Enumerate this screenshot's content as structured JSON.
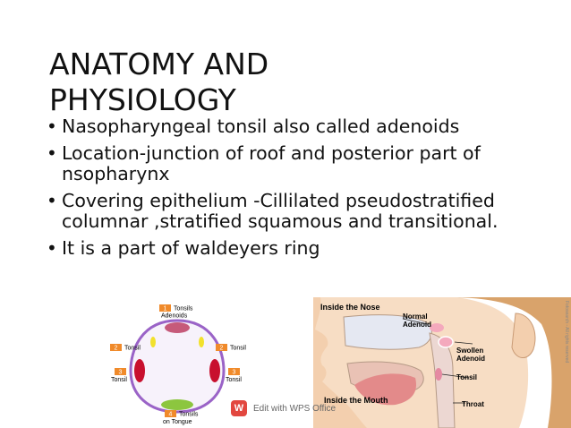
{
  "slide": {
    "title": "ANATOMY AND PHYSIOLOGY",
    "bullets": [
      "Nasopharyngeal tonsil also called adenoids",
      "Location-junction of roof and posterior part of  nsopharynx",
      "Covering epithelium -Cillilated pseudostratified  columnar ,stratified squamous and transitional.",
      "It is a part of waldeyers ring"
    ]
  },
  "left_diagram": {
    "labels": {
      "n1": "1",
      "tonsils_top": "Tonsils",
      "adenoids": "Adenoids",
      "n2a": "2",
      "tonsil_left": "Tonsil",
      "n2b": "2",
      "tonsil_right": "Tonsil",
      "n3a": "3",
      "tonsil_left_low": "Tonsil",
      "n3b": "3",
      "tonsil_right_low": "Tonsil",
      "n4": "4",
      "tonsils_bottom": "Tonsils",
      "on_tongue": "on Tongue"
    },
    "colors": {
      "badge": "#f08a2a",
      "outline": "#9a63c7",
      "adenoid": "#c65a7a",
      "tonsil": "#c8102e",
      "tongue": "#8cc63f",
      "lingual": "#f2e12c"
    }
  },
  "illustration": {
    "inside_nose": "Inside the Nose",
    "normal_adenoid": [
      "Normal",
      "Adenoid"
    ],
    "swollen_adenoid": [
      "Swollen",
      "Adenoid"
    ],
    "tonsil": "Tonsil",
    "inside_mouth": "Inside the Mouth",
    "throat": "Throat",
    "side_note": "Fotosearch - All rights reserved"
  },
  "watermark": {
    "icon": "W",
    "text": "Edit with WPS Office"
  }
}
